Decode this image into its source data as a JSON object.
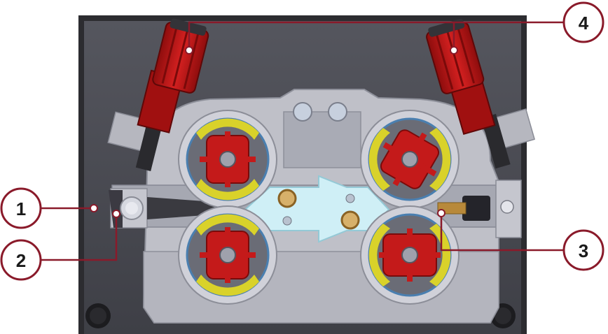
{
  "callouts": [
    {
      "id": "1",
      "label": "1"
    },
    {
      "id": "2",
      "label": "2"
    },
    {
      "id": "3",
      "label": "3"
    },
    {
      "id": "4",
      "label": "4"
    }
  ],
  "colors": {
    "housing": "#4a4b52",
    "frame": "#bfc0c8",
    "roller_red": "#c41a1a",
    "roller_yellow": "#d9d22a",
    "guide_cyan": "#cfeff6",
    "brass": "#b8893a",
    "leader_line": "#8a1a2a"
  },
  "icons": [
    "feed-roller",
    "pressure-arm",
    "wire-inlet-guide",
    "wire-outlet-guide"
  ]
}
